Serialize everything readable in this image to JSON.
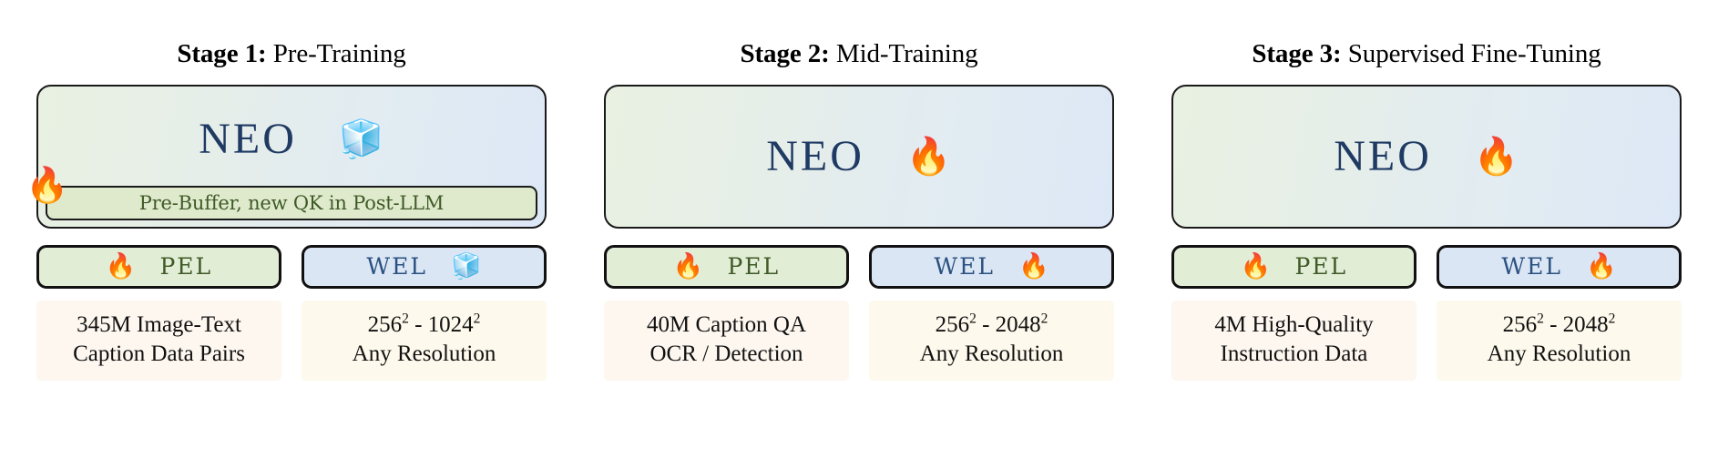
{
  "figure": {
    "model_name": "NEO",
    "colors": {
      "neo_text": "#1f3a63",
      "pel_bg": "#e2edd6",
      "pel_text": "#3f5a27",
      "wel_bg": "#dbe6f5",
      "wel_text": "#2a5180",
      "data_bg": "#fdf7ef",
      "border": "#111111"
    }
  },
  "stages": [
    {
      "title_label": "Stage 1:",
      "title_value": "Pre-Training",
      "backbone": {
        "name": "NEO",
        "state_icon": "ice-cube",
        "state_glyph": "🧊",
        "corner_icon": "fire",
        "corner_glyph": "🔥",
        "inner_module": "Pre-Buffer, new QK in Post-LLM"
      },
      "components": [
        {
          "label": "PEL",
          "state_icon": "fire",
          "state_glyph": "🔥",
          "icon_side": "left",
          "kind": "pel"
        },
        {
          "label": "WEL",
          "state_icon": "ice-cube",
          "state_glyph": "🧊",
          "icon_side": "right",
          "kind": "wel"
        }
      ],
      "data": [
        {
          "line1": "345M Image-Text",
          "line2": "Caption Data Pairs"
        },
        {
          "line1": "256² - 1024²",
          "line2": "Any Resolution"
        }
      ]
    },
    {
      "title_label": "Stage 2:",
      "title_value": "Mid-Training",
      "backbone": {
        "name": "NEO",
        "state_icon": "fire",
        "state_glyph": "🔥",
        "corner_icon": null,
        "corner_glyph": "",
        "inner_module": null
      },
      "components": [
        {
          "label": "PEL",
          "state_icon": "fire",
          "state_glyph": "🔥",
          "icon_side": "left",
          "kind": "pel"
        },
        {
          "label": "WEL",
          "state_icon": "fire",
          "state_glyph": "🔥",
          "icon_side": "right",
          "kind": "wel"
        }
      ],
      "data": [
        {
          "line1": "40M Caption QA",
          "line2": "OCR / Detection"
        },
        {
          "line1": "256² - 2048²",
          "line2": "Any Resolution"
        }
      ]
    },
    {
      "title_label": "Stage 3:",
      "title_value": "Supervised Fine-Tuning",
      "backbone": {
        "name": "NEO",
        "state_icon": "fire",
        "state_glyph": "🔥",
        "corner_icon": null,
        "corner_glyph": "",
        "inner_module": null
      },
      "components": [
        {
          "label": "PEL",
          "state_icon": "fire",
          "state_glyph": "🔥",
          "icon_side": "left",
          "kind": "pel"
        },
        {
          "label": "WEL",
          "state_icon": "fire",
          "state_glyph": "🔥",
          "icon_side": "right",
          "kind": "wel"
        }
      ],
      "data": [
        {
          "line1": "4M High-Quality",
          "line2": "Instruction Data"
        },
        {
          "line1": "256² - 2048²",
          "line2": "Any Resolution"
        }
      ]
    }
  ]
}
